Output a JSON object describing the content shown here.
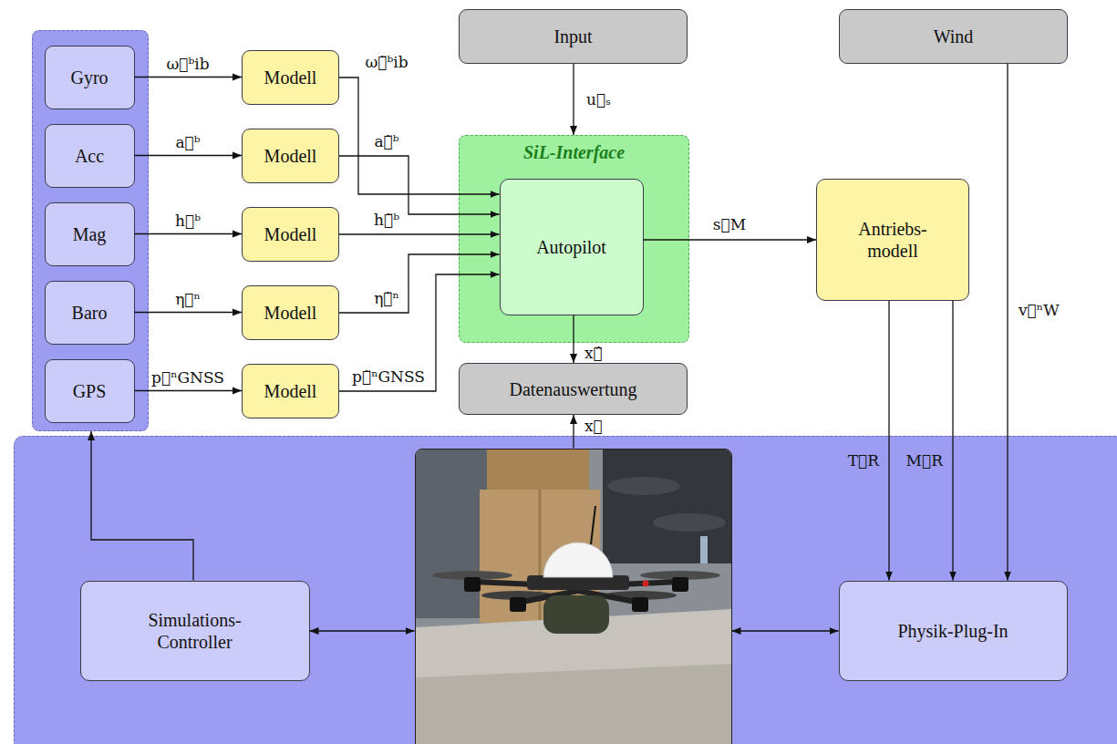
{
  "diagram": {
    "nodes": [
      {
        "text": []
      },
      {
        "text": [
          "Gyro"
        ],
        "in": 0
      },
      {
        "text": [
          "Acc"
        ],
        "in": 0
      },
      {
        "text": [
          "Mag"
        ],
        "in": 0
      },
      {
        "text": [
          "Baro"
        ],
        "in": 0
      },
      {
        "text": [
          "GPS"
        ],
        "in": 0
      },
      {
        "text": [
          "Modell"
        ]
      },
      {
        "text": [
          "Modell"
        ]
      },
      {
        "text": [
          "Modell"
        ]
      },
      {
        "text": [
          "Modell"
        ]
      },
      {
        "text": [
          "Modell"
        ]
      },
      {
        "text": [
          "Input"
        ]
      },
      {
        "text": [
          "Wind"
        ]
      },
      {
        "text": [
          "SiL-Interface"
        ]
      },
      {
        "text": [
          "Autopilot"
        ],
        "in": 13
      },
      {
        "text": [
          "Antriebs- modell"
        ]
      },
      {
        "text": [
          "Datenauswertung"
        ]
      },
      {
        "text": []
      },
      {
        "text": [
          "Simulations- Controller"
        ],
        "in": 17
      },
      {
        "text": [],
        "in": 17
      },
      {
        "text": [
          "Physik-Plug-In"
        ],
        "in": 17
      }
    ],
    "edges": [
      {
        "from": 1,
        "to": 6,
        "arrow": "to",
        "label": "ω⃗ᵇib"
      },
      {
        "from": 2,
        "to": 7,
        "arrow": "to",
        "label": "a⃗ᵇ"
      },
      {
        "from": 3,
        "to": 8,
        "arrow": "to",
        "label": "h⃗ᵇ"
      },
      {
        "from": 4,
        "to": 9,
        "arrow": "to",
        "label": "η⃗ⁿ"
      },
      {
        "from": 5,
        "to": 10,
        "arrow": "to",
        "label": "p⃗ⁿGNSS"
      },
      {
        "from": 6,
        "to": 14,
        "arrow": "to",
        "label": "ω⃗̃ᵇib"
      },
      {
        "from": 7,
        "to": 14,
        "arrow": "to",
        "label": "a⃗̃ᵇ"
      },
      {
        "from": 8,
        "to": 14,
        "arrow": "to",
        "label": "h⃗̃ᵇ"
      },
      {
        "from": 9,
        "to": 14,
        "arrow": "to",
        "label": "η⃗̃ⁿ"
      },
      {
        "from": 10,
        "to": 14,
        "arrow": "to",
        "label": "p⃗̃ⁿGNSS"
      },
      {
        "from": 11,
        "to": 13,
        "arrow": "to",
        "label": "u⃗ₛ"
      },
      {
        "from": 14,
        "to": 15,
        "arrow": "to",
        "label": "s⃗M"
      },
      {
        "from": 14,
        "to": 16,
        "arrow": "to",
        "label": "x⃗̂"
      },
      {
        "from": 15,
        "to": 20,
        "arrow": "to",
        "label": "T⃗R"
      },
      {
        "from": 15,
        "to": 20,
        "arrow": "to",
        "label": "M⃗R"
      },
      {
        "from": 12,
        "to": 20,
        "arrow": "to",
        "label": "v⃗ⁿW"
      },
      {
        "from": 19,
        "to": 16,
        "arrow": "to",
        "label": "x⃗"
      },
      {
        "from": 18,
        "to": 0,
        "arrow": "to"
      },
      {
        "from": 18,
        "to": 19,
        "arrow": "both"
      },
      {
        "from": 19,
        "to": 20,
        "arrow": "both"
      }
    ]
  }
}
